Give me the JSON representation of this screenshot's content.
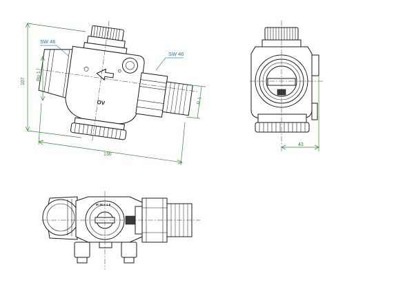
{
  "dimensions": {
    "height": "107",
    "length": "136",
    "offset": "43",
    "thread_inlet": "Rp 1",
    "thread_outlet": "R 1"
  },
  "callouts": {
    "wrench_body": "SW 46",
    "wrench_union": "SW 46"
  },
  "markings": {
    "body_text": "OV",
    "cap_text": "M 35 x 1.5"
  },
  "colors": {
    "dimension": "#2e8b2e",
    "callout": "#1f6fb0",
    "outline": "#1a1a1a"
  }
}
